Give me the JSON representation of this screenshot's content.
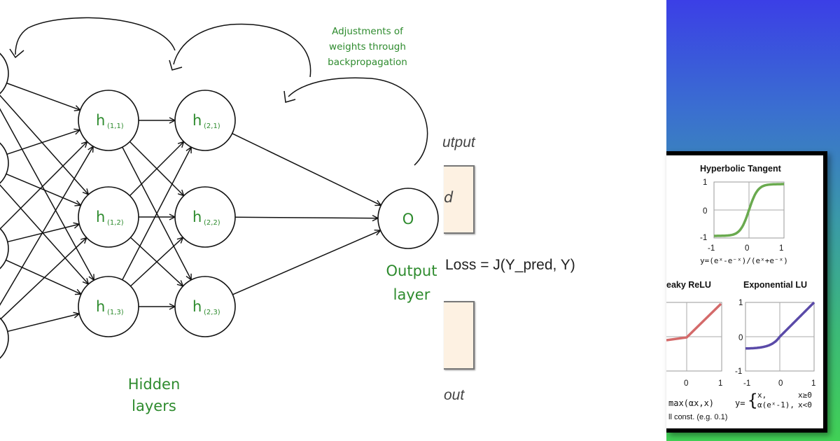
{
  "network": {
    "hidden_nodes": [
      {
        "label": "h",
        "sub": "(1,1)"
      },
      {
        "label": "h",
        "sub": "(1,2)"
      },
      {
        "label": "h",
        "sub": "(1,3)"
      },
      {
        "label": "h",
        "sub": "(2,1)"
      },
      {
        "label": "h",
        "sub": "(2,2)"
      },
      {
        "label": "h",
        "sub": "(2,3)"
      }
    ],
    "output_node": "O",
    "output_label_line1": "Output",
    "output_label_line2": "layer",
    "hidden_label_line1": "Hidden",
    "hidden_label_line2": "layers",
    "backprop_line1": "Adjustments of",
    "backprop_line2": "weights through",
    "backprop_line3": "backpropagation",
    "text_color": "#2e8b2e"
  },
  "middle": {
    "top_label": "utput",
    "box_top_text": "d",
    "loss": "Loss = J(Y_pred, Y)",
    "bottom_label": "out",
    "box_fill": "#fdf1e2"
  },
  "activations": {
    "tanh": {
      "title": "Hyperbolic Tangent",
      "formula": "y=(eˣ-e⁻ˣ)/(eˣ+e⁻ˣ)",
      "yticks": [
        "1",
        "0",
        "-1"
      ],
      "xticks": [
        "-1",
        "0",
        "1"
      ],
      "color": "#6aaa4f"
    },
    "leaky": {
      "title": "eaky ReLU",
      "formula": "max(αx,x)",
      "xticks": [
        "0",
        "1"
      ],
      "note": "ll const. (e.g. 0.1)",
      "color": "#d46a6a"
    },
    "elu": {
      "title": "Exponential LU",
      "formula_prefix": "y=",
      "formula_line1_left": "x,",
      "formula_line1_right": "x≥0",
      "formula_line2_left": "α(eˣ-1),",
      "formula_line2_right": "x<0",
      "yticks": [
        "1",
        "0",
        "-1"
      ],
      "xticks": [
        "-1",
        "0",
        "1"
      ],
      "color": "#5a4aa8"
    }
  }
}
